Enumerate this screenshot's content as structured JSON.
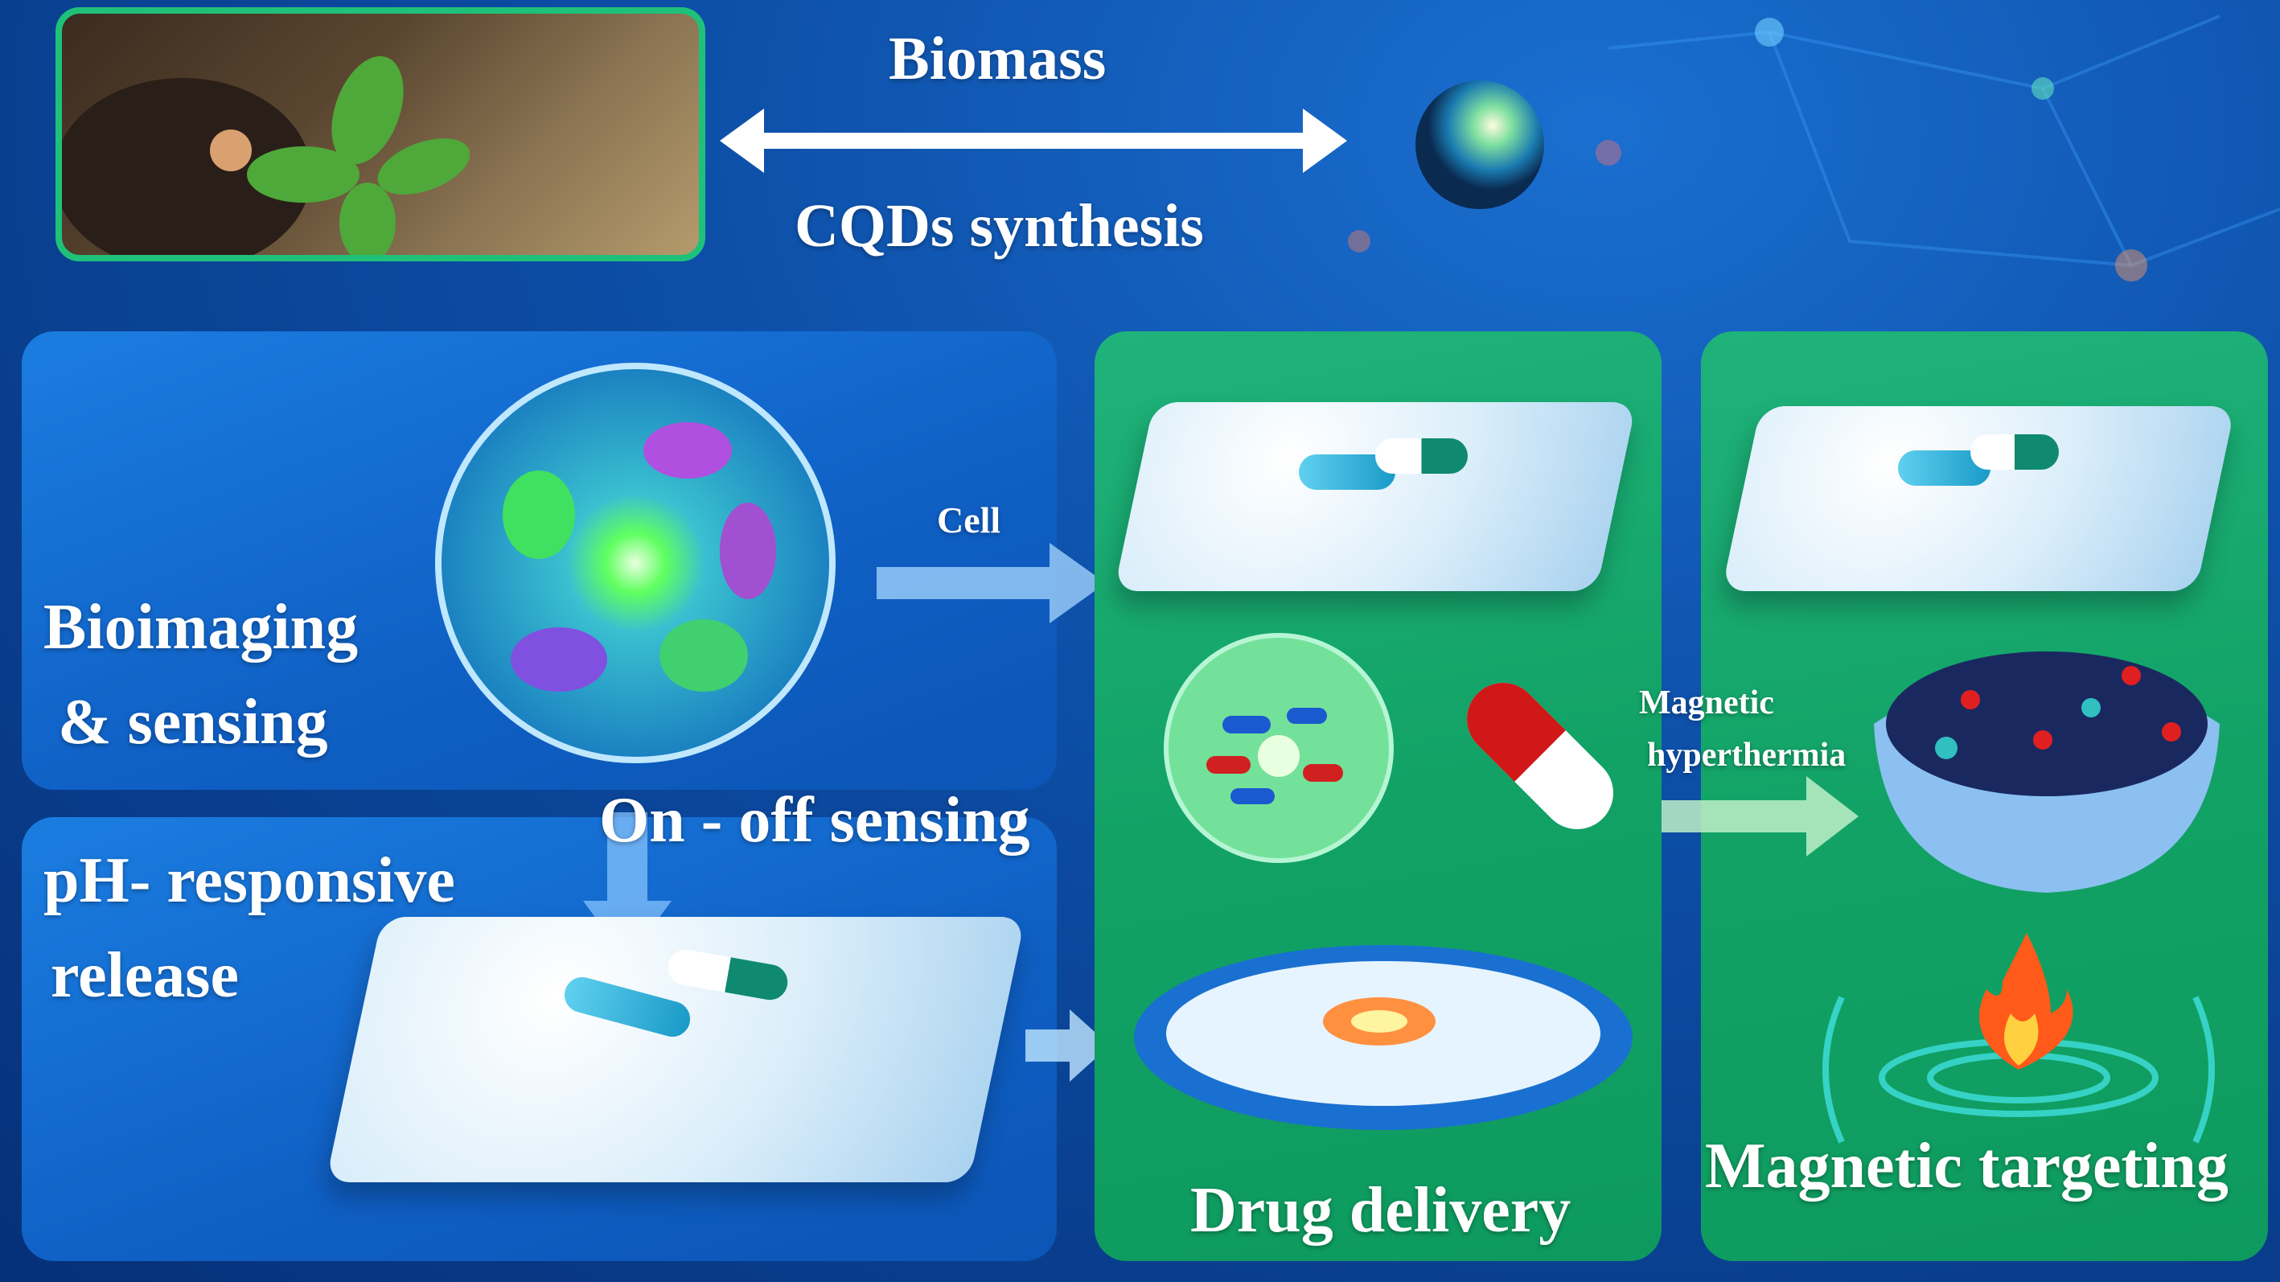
{
  "title_top": "Biomass",
  "title_bottom": "CQDs synthesis",
  "panels": {
    "bioimaging": {
      "line1": "Bioimaging",
      "line2": "& sensing"
    },
    "on_off": "On - off  sensing",
    "cell": "Cell",
    "ph": {
      "line1": "pH- responsive",
      "line2": "release"
    },
    "drug_delivery": "Drug  delivery",
    "magnetic_hyperthermia": {
      "line1": "Magnetic",
      "line2": "hyperthermia"
    },
    "magnetic_targeting": "Magnetic  targeting"
  },
  "colors": {
    "blue_panel": "#1270d4",
    "green_panel": "#14a86c",
    "arrow": "#ffffff"
  }
}
